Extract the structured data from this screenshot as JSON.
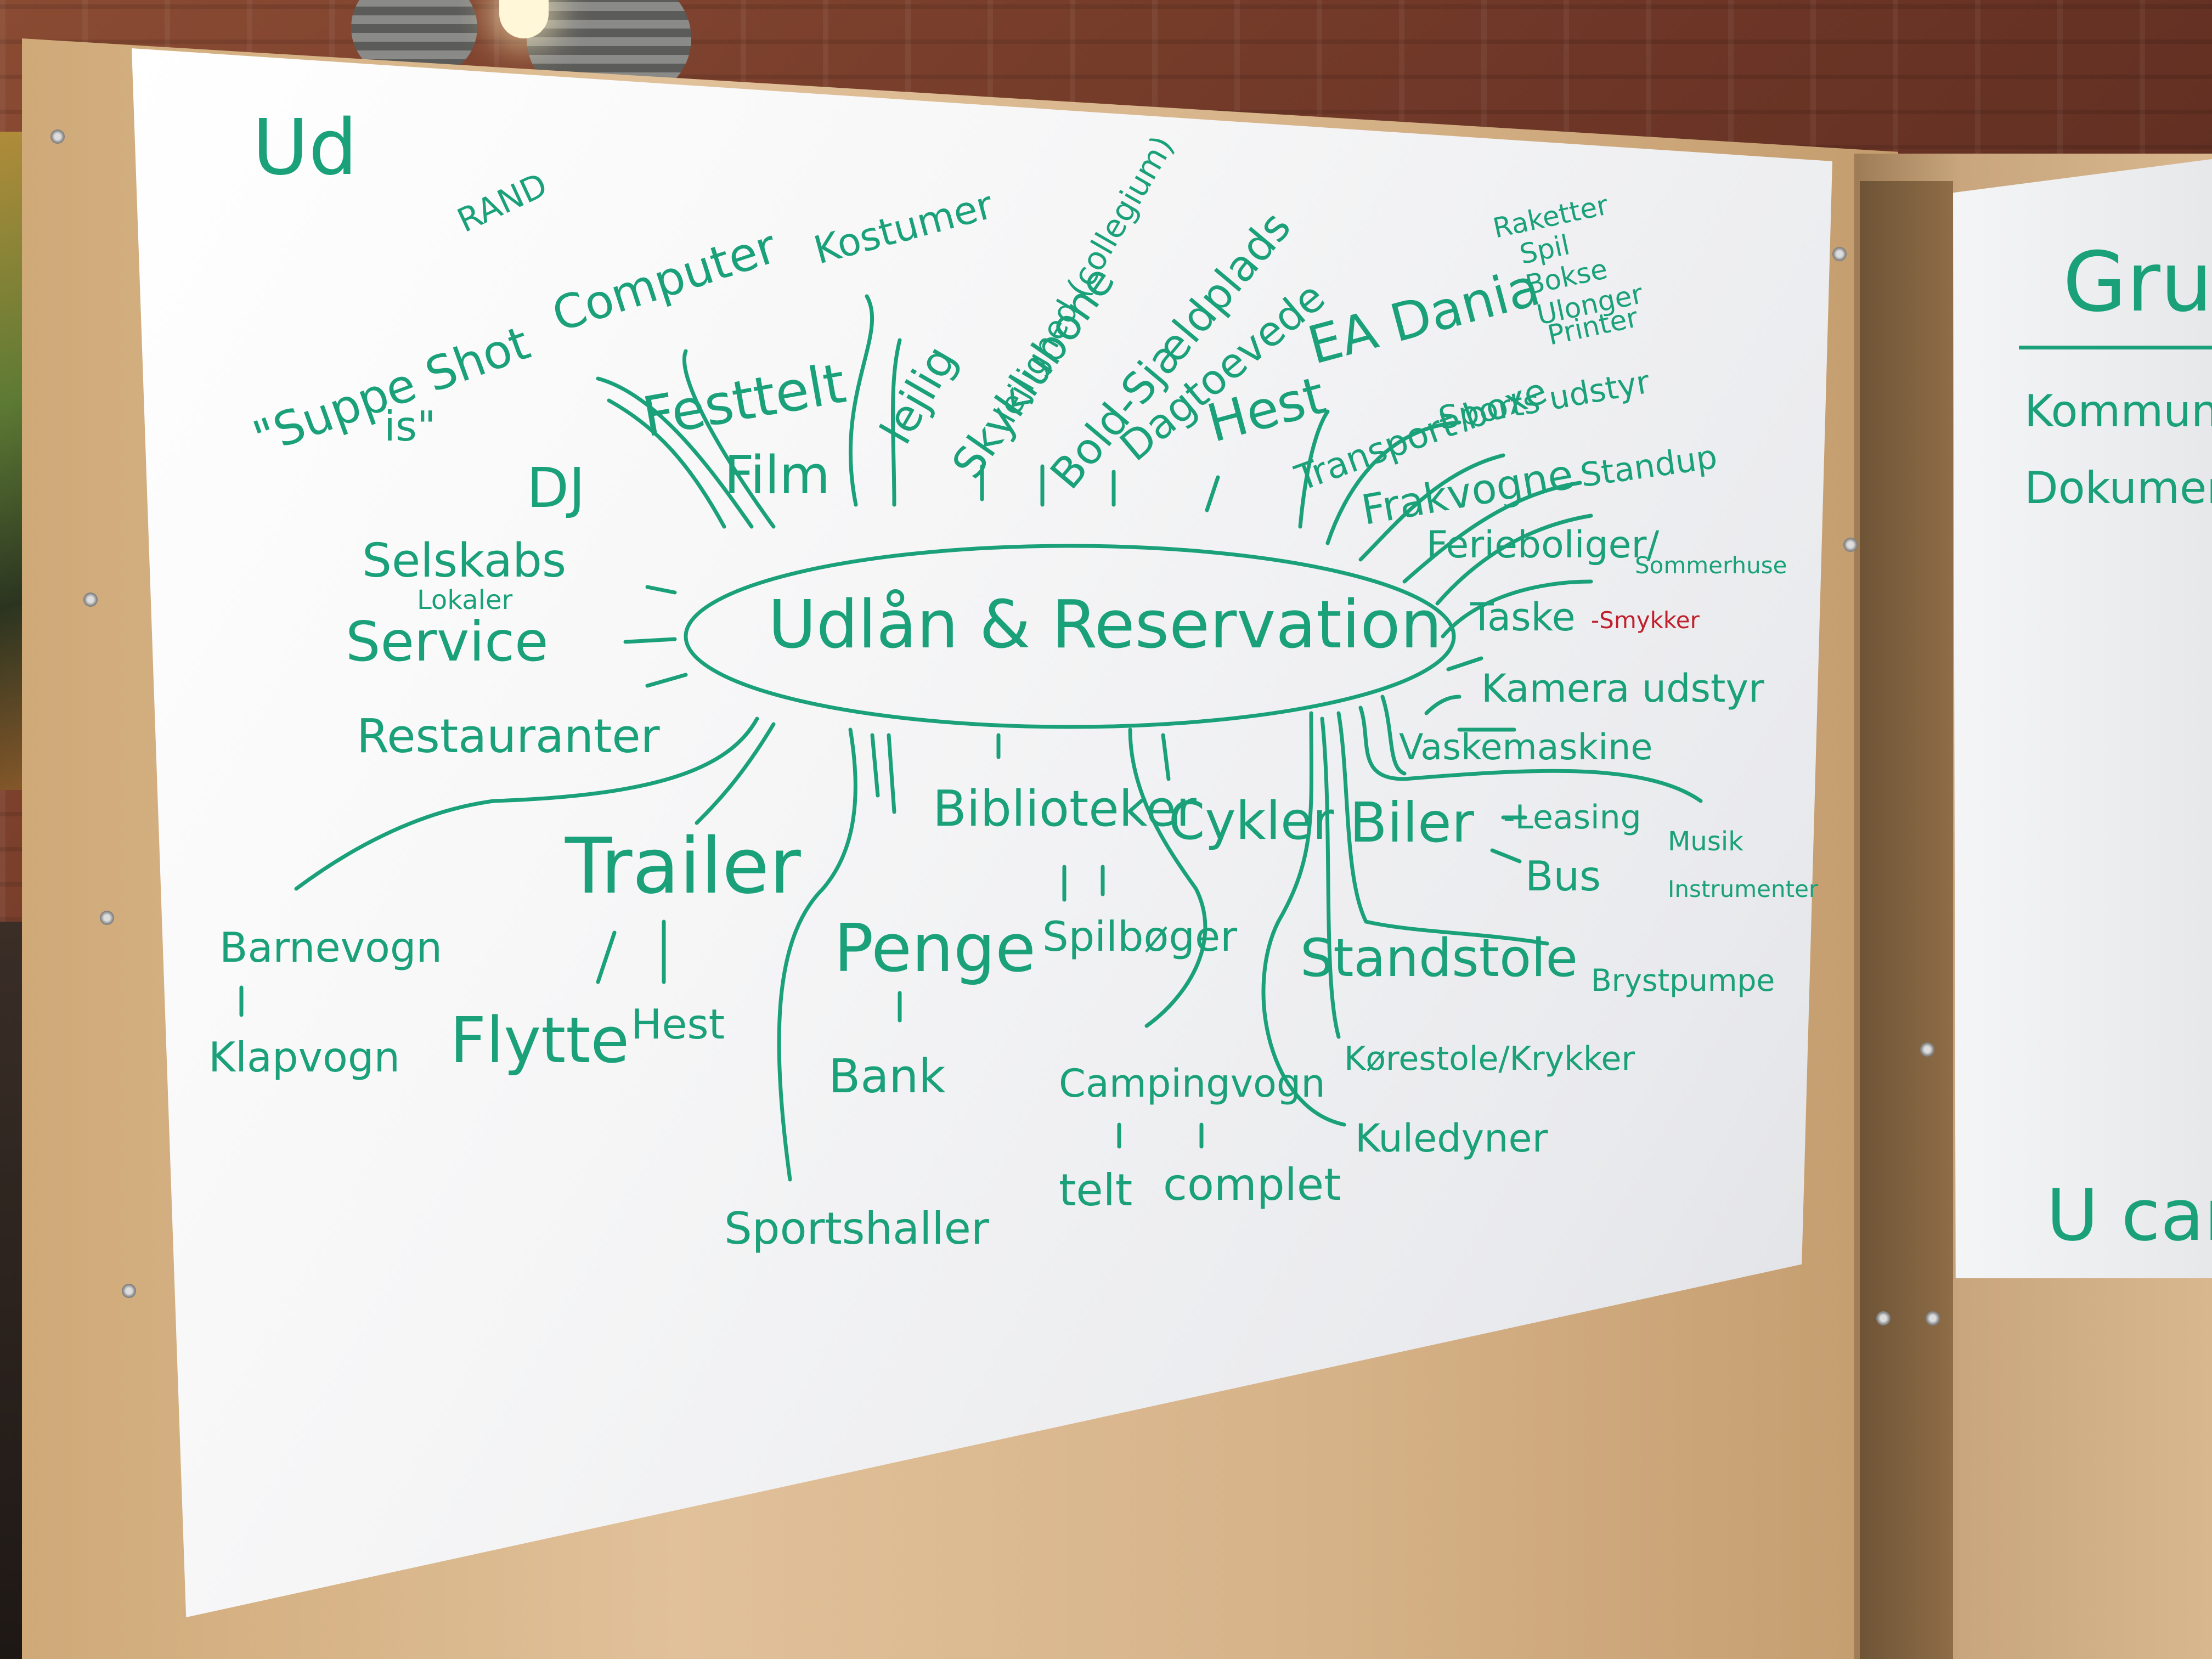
{
  "main_board": {
    "title": "Ud",
    "center": "Udlån & Reservation",
    "items": {
      "rand": "RAND",
      "suppe_1": "\"Suppe Shot",
      "suppe_2": "is\"",
      "computer": "Computer",
      "kostumer": "Kostumer",
      "lejlighed": "lejlighed (collegium)",
      "dj": "DJ",
      "festtelt": "Festtelt",
      "film": "Film",
      "lejlig": "lejlig",
      "skyklub": "Skyklubone",
      "boldbane": "Bold-Sjældplads",
      "dagtoevede": "Dagtoevede",
      "heste": "Hest",
      "ea_dania": "EA Dania",
      "raketter": "Raketter",
      "spil": "Spil",
      "bokse": "Bokse",
      "ulonger": "Ulonger",
      "printer": "Printer",
      "transport_boxe": "Transport boxe",
      "sports_udstyr": "Sports udstyr",
      "frakvogne": "Frakvogne",
      "standup": "Standup",
      "ferieboliger": "Ferieboliger/",
      "sommerhuse": "Sommerhuse",
      "taske": "Taske",
      "smykker": "-Smykker",
      "kamera": "Kamera udstyr",
      "selskabs_1": "Selskabs",
      "selskabs_2": "Lokaler",
      "service": "Service",
      "restauranter": "Restauranter",
      "vaskemaskine": "Vaskemaskine",
      "bibliotek": "Biblioteker",
      "cykler": "Cykler",
      "biler": "Biler",
      "leasing": "-Leasing",
      "bus": "Bus",
      "musik_1": "Musik",
      "musik_2": "Instrumenter",
      "trailer": "Trailer",
      "barnevogn": "Barnevogn",
      "klapvogn": "Klapvogn",
      "penge": "Penge",
      "spilbager": "Spilbøger",
      "standstole": "Standstole",
      "brystpumpe": "Brystpumpe",
      "flytte": "Flytte",
      "hest2": "Hest",
      "bank": "Bank",
      "campingvogn": "Campingvogn",
      "korestole": "Kørestole/Krykker",
      "kuledyner": "Kuledyner",
      "telt": "telt",
      "complet": "complet",
      "sportshaller": "Sportshaller"
    }
  },
  "side_board": {
    "title": "Gru",
    "line1": "Kommuni",
    "line2": "Dokumen",
    "bottom": "U car"
  },
  "colors": {
    "marker_green": "#1aa17a",
    "marker_red": "#c0202c"
  }
}
